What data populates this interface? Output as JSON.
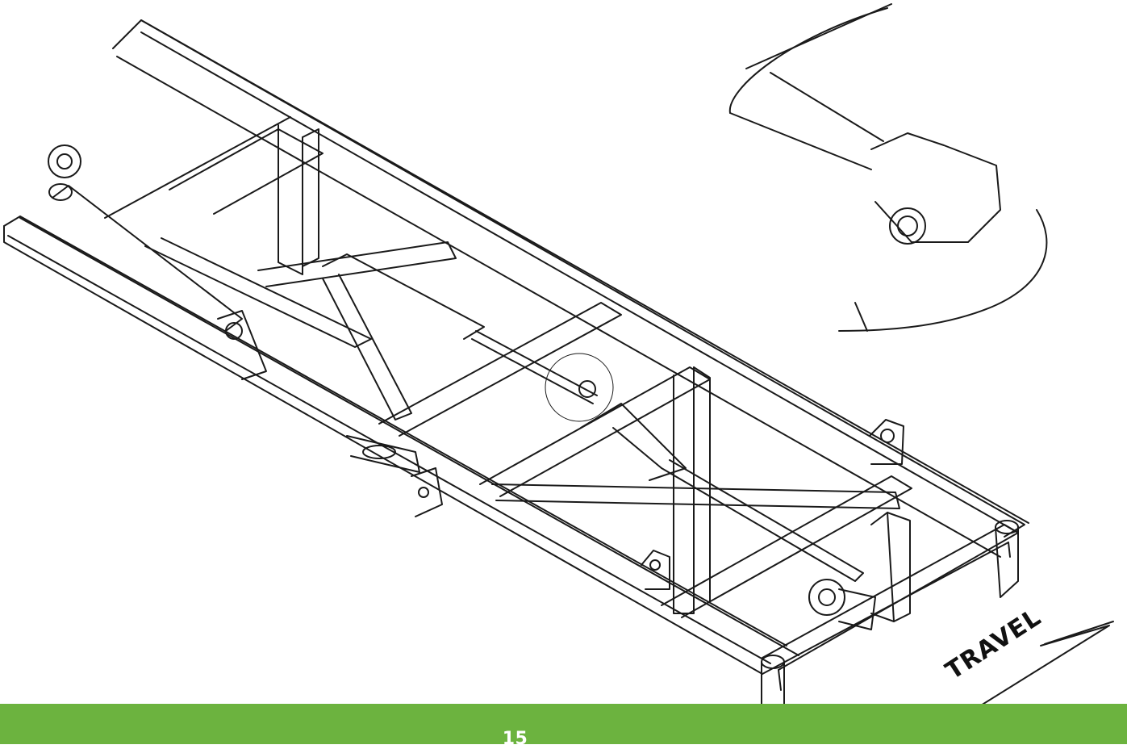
{
  "figure": {
    "label_travel": "TRAVEL",
    "line_color": "#1a1a1a",
    "icon": "implement-frame-line-drawing"
  },
  "footer": {
    "page_number": "15",
    "band_color": "#6cb33f",
    "text_color": "#ffffff"
  }
}
